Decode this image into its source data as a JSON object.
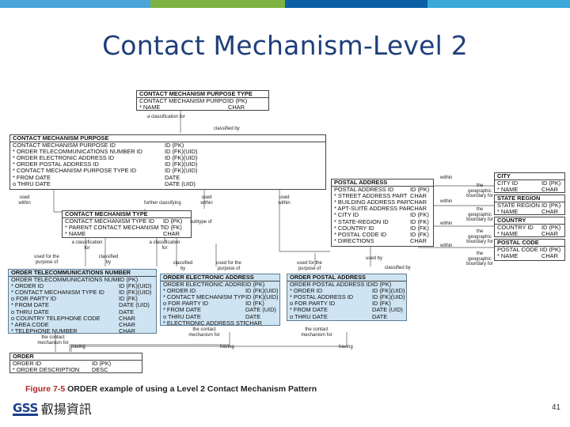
{
  "slide": {
    "title": "Contact Mechanism-Level 2",
    "caption_prefix": "Figure 7-5",
    "caption_text": "ORDER example of using a Level 2 Contact Mechanism Pattern",
    "page_number": "41",
    "logo_mark": "GSS",
    "logo_text": "叡揚資訊",
    "bar_colors": [
      "#4aa3d9",
      "#4aa3d9",
      "#7cb342",
      "#7cb342",
      "#0b5fa6",
      "#0b5fa6",
      "#3ba9d9",
      "#3ba9d9"
    ]
  },
  "entities": {
    "cmpt": {
      "name": "CONTACT MECHANISM PURPOSE TYPE",
      "rows": [
        [
          "CONTACT MECHANISM PURPOSE TYPE ID",
          "ID (PK)"
        ],
        [
          "* NAME",
          "CHAR"
        ]
      ]
    },
    "cmp": {
      "name": "CONTACT MECHANISM PURPOSE",
      "rows": [
        [
          "CONTACT MECHANISM PURPOSE ID",
          "ID (PK)"
        ],
        [
          "* ORDER TELECOMMUNICATIONS NUMBER ID",
          "ID (FK)(UID)"
        ],
        [
          "* ORDER ELECTRONIC ADDRESS ID",
          "ID (FK)(UID)"
        ],
        [
          "* ORDER POSTAL ADDRESS ID",
          "ID (FK)(UID)"
        ],
        [
          "* CONTACT MECHANISM PURPOSE TYPE ID",
          "ID (FK)(UID)"
        ],
        [
          "* FROM DATE",
          "DATE"
        ],
        [
          "o THRU DATE",
          "DATE (UID)"
        ]
      ]
    },
    "cmt": {
      "name": "CONTACT MECHANISM TYPE",
      "rows": [
        [
          "CONTACT MECHANISM TYPE ID",
          "ID (PK)"
        ],
        [
          "* PARENT CONTACT MECHANISM TYPE ID",
          "ID (FK)"
        ],
        [
          "* NAME",
          "CHAR"
        ]
      ]
    },
    "pa": {
      "name": "POSTAL ADDRESS",
      "rows": [
        [
          "POSTAL ADDRESS ID",
          "ID (PK)"
        ],
        [
          "* STREET ADDRESS PART",
          "CHAR"
        ],
        [
          "* BUILDING ADDRESS PART",
          "CHAR"
        ],
        [
          "* APT-SUITE ADDRESS PART",
          "CHAR"
        ],
        [
          "* CITY ID",
          "ID (FK)"
        ],
        [
          "* STATE-REGION ID",
          "ID (FK)"
        ],
        [
          "* COUNTRY ID",
          "ID (FK)"
        ],
        [
          "* POSTAL CODE ID",
          "ID (FK)"
        ],
        [
          "* DIRECTIONS",
          "CHAR"
        ]
      ]
    },
    "city": {
      "name": "CITY",
      "rows": [
        [
          "CITY ID",
          "ID (PK)"
        ],
        [
          "* NAME",
          "CHAR"
        ]
      ]
    },
    "state": {
      "name": "STATE REGION",
      "rows": [
        [
          "STATE REGION ID",
          "ID (PK)"
        ],
        [
          "* NAME",
          "CHAR"
        ]
      ]
    },
    "country": {
      "name": "COUNTRY",
      "rows": [
        [
          "COUNTRY ID",
          "ID (PK)"
        ],
        [
          "* NAME",
          "CHAR"
        ]
      ]
    },
    "postal": {
      "name": "POSTAL CODE",
      "rows": [
        [
          "POSTAL CODE ID",
          "ID (PK)"
        ],
        [
          "* NAME",
          "CHAR"
        ]
      ]
    },
    "otn": {
      "name": "ORDER TELECOMMUNICATIONS NUMBER",
      "rows": [
        [
          "ORDER TELECOMMUNICATIONS NUMBER ID",
          "ID (PK)"
        ],
        [
          "* ORDER ID",
          "ID (FK)(UID)"
        ],
        [
          "* CONTACT MECHANISM TYPE ID",
          "ID (FK)(UID)"
        ],
        [
          "o FOR PARTY ID",
          "ID (FK)"
        ],
        [
          "* FROM DATE",
          "DATE (UID)"
        ],
        [
          "o THRU DATE",
          "DATE"
        ],
        [
          "o COUNTRY TELEPHONE CODE",
          "CHAR"
        ],
        [
          "* AREA CODE",
          "CHAR"
        ],
        [
          "* TELEPHONE NUMBER",
          "CHAR"
        ]
      ]
    },
    "oea": {
      "name": "ORDER ELECTRONIC ADDRESS",
      "rows": [
        [
          "ORDER ELECTRONIC ADDRESS ID",
          "ID (PK)"
        ],
        [
          "* ORDER ID",
          "ID (FK)(UID)"
        ],
        [
          "* CONTACT MECHANISM TYPE ID",
          "ID (FK)(UID)"
        ],
        [
          "o FOR PARTY ID",
          "ID (FK)"
        ],
        [
          "* FROM DATE",
          "DATE (UID)"
        ],
        [
          "o THRU DATE",
          "DATE"
        ],
        [
          "* ELECTRONIC ADDRESS STRING",
          "CHAR"
        ]
      ]
    },
    "opa": {
      "name": "ORDER POSTAL ADDRESS",
      "rows": [
        [
          "ORDER POSTAL ADDRESS ID",
          "ID (PK)"
        ],
        [
          "* ORDER ID",
          "ID (FK)(UID)"
        ],
        [
          "* POSTAL ADDRESS ID",
          "ID (FK)(UID)"
        ],
        [
          "o FOR PARTY ID",
          "ID (FK)"
        ],
        [
          "* FROM DATE",
          "DATE (UID)"
        ],
        [
          "o THRU DATE",
          "DATE"
        ]
      ]
    },
    "order": {
      "name": "ORDER",
      "rows": [
        [
          "ORDER ID",
          "ID (PK)"
        ],
        [
          "* ORDER DESCRIPTION",
          "DESC"
        ]
      ]
    }
  },
  "labels": {
    "a_classification_for": "a classification for",
    "classified_by": "classified by",
    "used_within_l": "used within",
    "further_subtype": "further classifying",
    "used_within_m": "used within",
    "used_within_r": "used within",
    "subtype_of": "subtype of",
    "class_for_l": "a classification for",
    "class_for_r": "a classification for",
    "used_for_purpose": "used for the purpose of",
    "classified_by_l": "classified by",
    "classified_by_m": "classified by",
    "used_for_purpose_m": "used for the purpose of",
    "used_for_purpose_r": "used for the purpose of",
    "within_city": "within",
    "geo_city": "the geographic boundary for",
    "within_state": "within",
    "geo_state": "the geographic boundary for",
    "within_country": "within",
    "geo_country": "the geographic boundary for",
    "within_postal": "within",
    "geo_postal": "the geographic boundary for",
    "used_by": "used by",
    "classified_by_r": "classified by",
    "contact_mech_for_l": "the contact mechanism for",
    "having_l": "having",
    "contact_mech_for_m": "the contact mechanism for",
    "having_m": "having",
    "contact_mech_for_r": "the contact mechanism for",
    "having_r": "having"
  }
}
